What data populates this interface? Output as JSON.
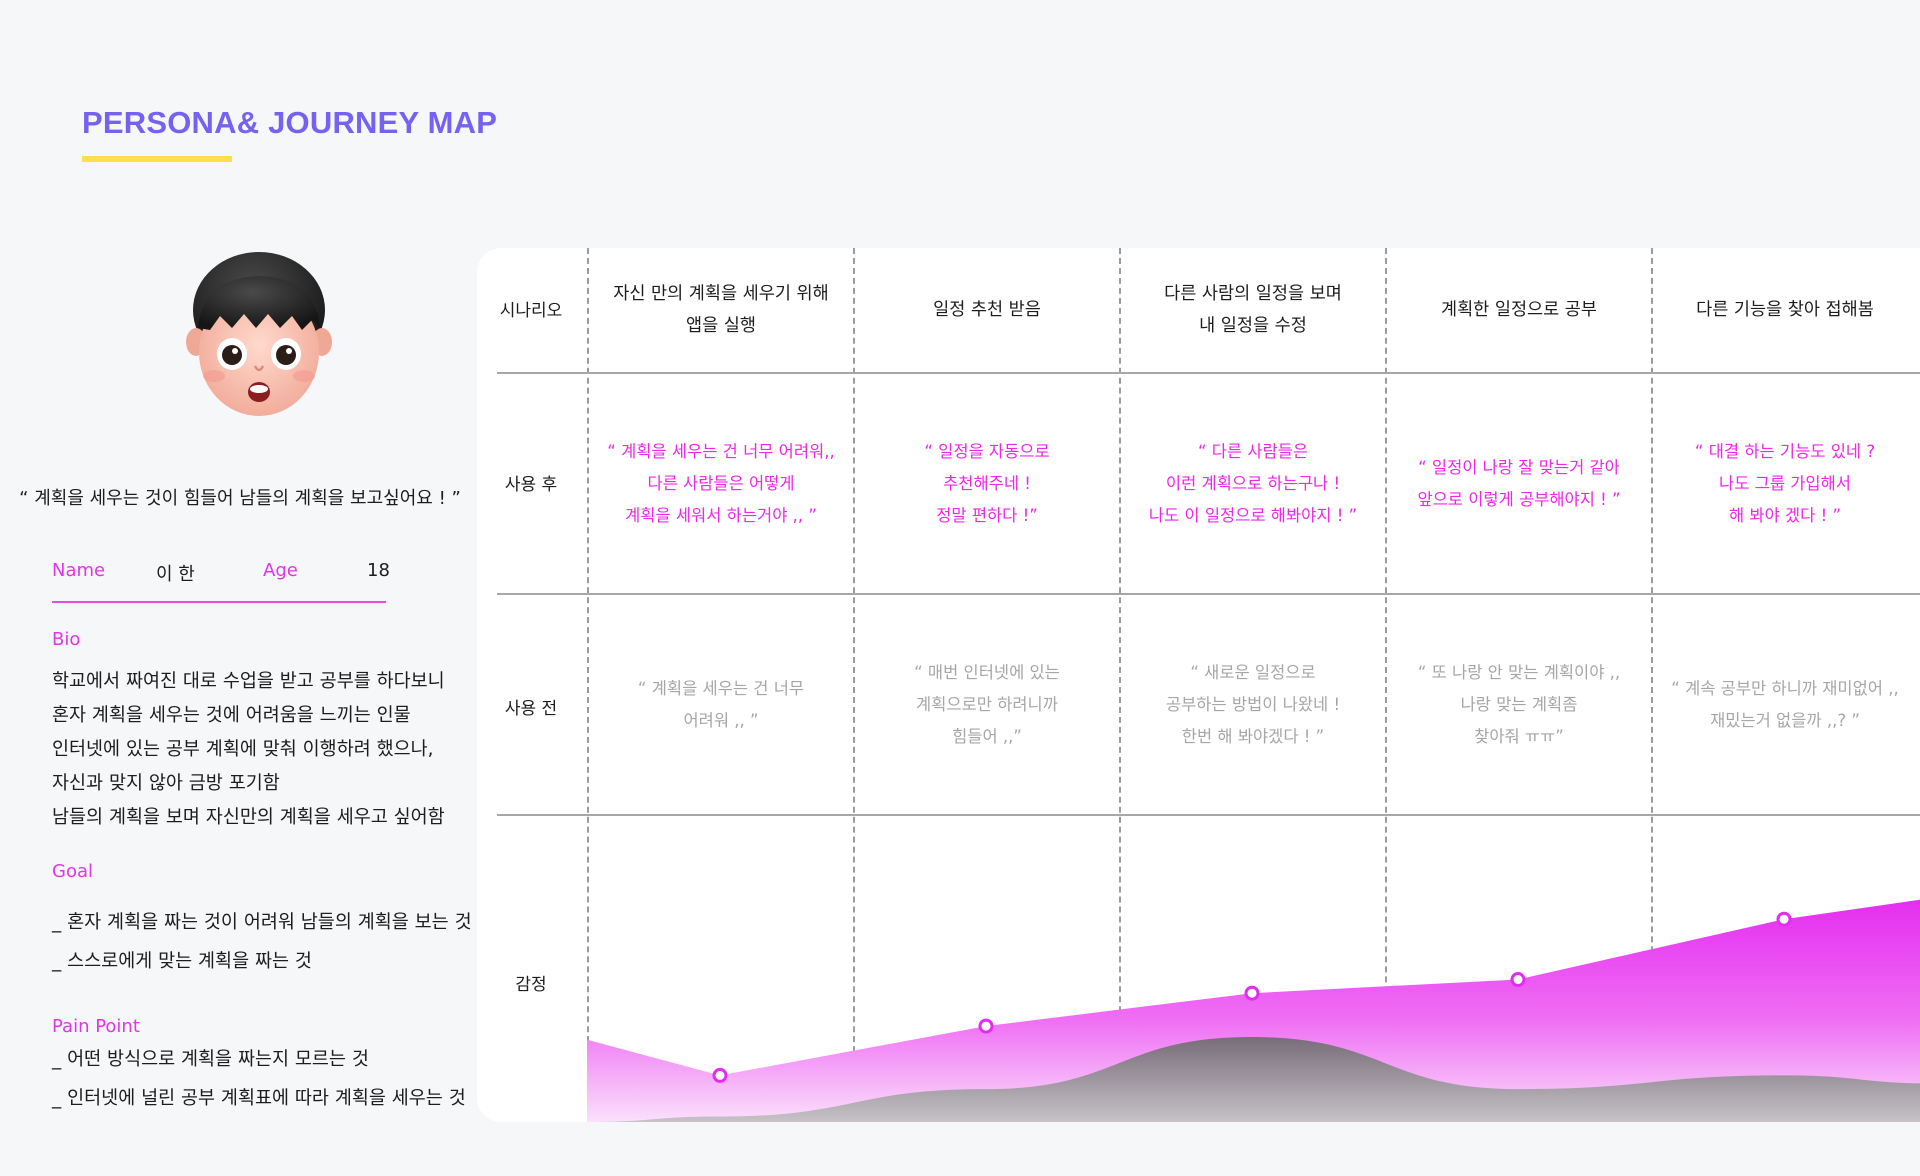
{
  "title": "PERSONA& JOURNEY MAP",
  "colors": {
    "accent_purple": "#7761f0",
    "accent_magenta": "#ee27e8",
    "underline_yellow": "#ffe04c",
    "muted_gray": "#a6a6a6"
  },
  "persona": {
    "avatar_icon": "memoji-avatar-icon",
    "quote": "“ 계획을 세우는 것이 힘들어 남들의 계획을 보고싶어요 ! ”",
    "name_label": "Name",
    "name_value": "이 한",
    "age_label": "Age",
    "age_value": "18",
    "bio_label": "Bio",
    "bio_lines": [
      "학교에서 짜여진 대로 수업을 받고 공부를 하다보니",
      "혼자 계획을 세우는 것에 어려움을 느끼는 인물",
      "인터넷에 있는 공부 계획에 맞춰 이행하려 했으나,",
      "자신과 맞지 않아 금방 포기함",
      "남들의 계획을 보며 자신만의 계획을 세우고 싶어함"
    ],
    "goal_label": "Goal",
    "goals": [
      "_ 혼자 계획을 짜는 것이 어려워 남들의 계획을 보는 것",
      "_ 스스로에게 맞는 계획을 짜는 것"
    ],
    "pain_label": "Pain Point",
    "pains": [
      "_ 어떤 방식으로 계획을 짜는지 모르는 것",
      "_ 인터넷에 널린 공부 계획표에 따라 계획을 세우는 것"
    ]
  },
  "journey": {
    "row_labels": {
      "scenario": "시나리오",
      "after": "사용 후",
      "before": "사용 전",
      "emotion": "감정"
    },
    "scenarios": [
      "자신 만의 계획을 세우기 위해\n앱을 실행",
      "일정 추천 받음",
      "다른 사람의 일정을 보며\n내 일정을 수정",
      "계획한 일정으로 공부",
      "다른 기능을 찾아 접해봄"
    ],
    "after": [
      "“ 계획을 세우는 건 너무 어려워,,\n다른 사람들은 어떻게\n계획을 세워서 하는거야 ,, ”",
      "“ 일정을 자동으로\n추천해주네 !\n정말 편하다 !”",
      "“ 다른 사람들은\n이런 계획으로 하는구나 !\n나도 이 일정으로 해봐야지 ! ”",
      "“ 일정이 나랑 잘 맞는거 같아\n앞으로 이렇게 공부해야지 ! ”",
      "“ 대결 하는 기능도 있네 ?\n나도 그룹 가입해서\n해 봐야 겠다 ! ”"
    ],
    "before": [
      "“ 계획을 세우는 건 너무\n어려워 ,,  ”",
      "“ 매번 인터넷에 있는\n계획으로만 하려니까\n힘들어 ,,”",
      "“ 새로운 일정으로\n공부하는 방법이 나왔네 !\n한번 해 봐야겠다 ! ”",
      "“ 또 나랑 안 맞는 계획이야 ,,\n나랑 맞는 계획좀\n찾아줘 ㅠㅠ”",
      "“ 계속 공부만 하니까 재미없어 ,,\n재밌는거 없을까 ,,? ”"
    ],
    "emotion_levels_after": [
      0.17,
      0.35,
      0.47,
      0.52,
      0.74
    ],
    "emotion_levels_before": [
      0.02,
      0.12,
      0.31,
      0.12,
      0.17
    ]
  }
}
